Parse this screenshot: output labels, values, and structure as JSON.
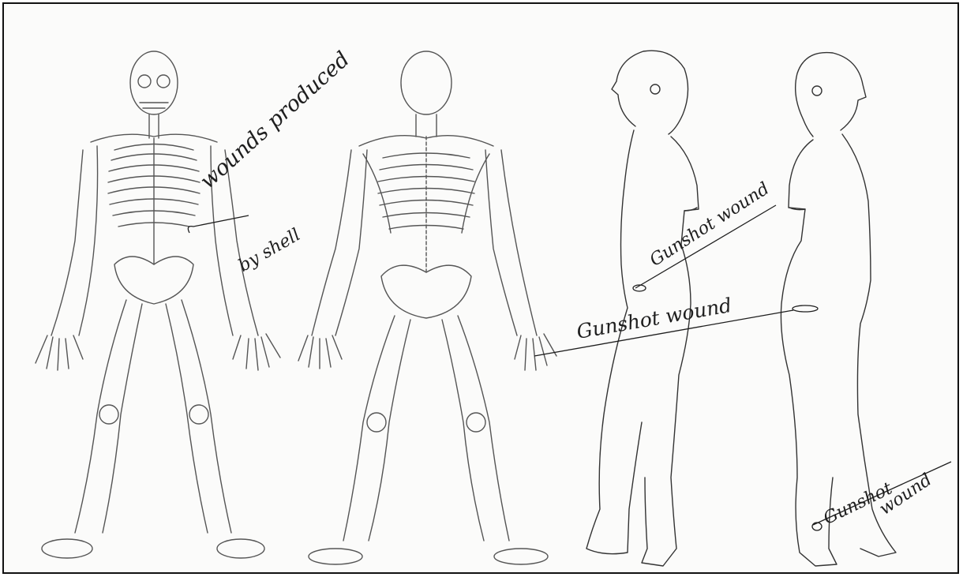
{
  "document": {
    "annotations": [
      {
        "text": "wounds produced"
      },
      {
        "text": "by shell"
      },
      {
        "text": "Gunshot wound"
      },
      {
        "text": "Gunshot wound"
      },
      {
        "text": "Gunshot"
      },
      {
        "text": "wound"
      }
    ],
    "figures": [
      {
        "name": "skeleton-front-view"
      },
      {
        "name": "skeleton-back-view"
      },
      {
        "name": "body-outline-right-side-view"
      },
      {
        "name": "body-outline-left-side-view"
      }
    ],
    "colors": {
      "paper": "#fbfbfa",
      "ink": "#1e1e1e",
      "bone": "#555555",
      "border": "#111111"
    }
  }
}
